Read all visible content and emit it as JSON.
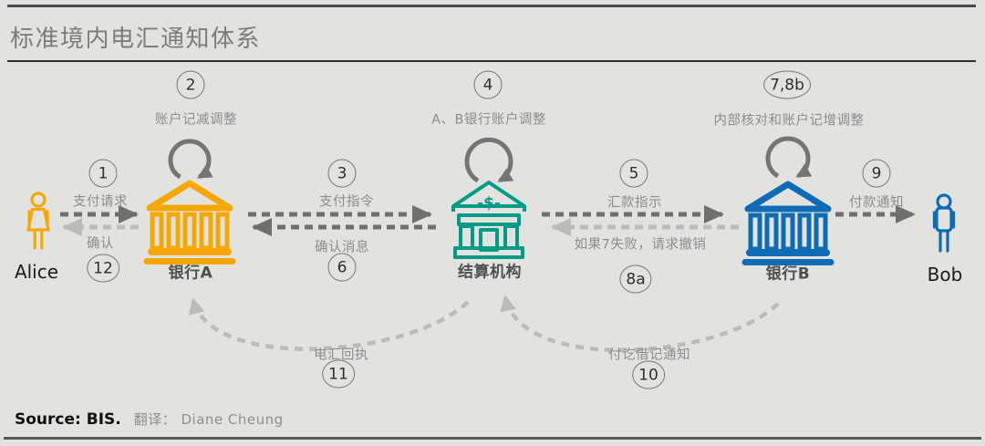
{
  "title": "标准境内电汇通知体系",
  "footer": {
    "source": "Source: BIS.",
    "translator": "翻译： Diane Cheung"
  },
  "entities": {
    "alice": {
      "label": "Alice"
    },
    "bank_a": {
      "label": "银行A"
    },
    "clearing": {
      "label": "结算机构",
      "glyph": "-$-"
    },
    "bank_b": {
      "label": "银行B"
    },
    "bob": {
      "label": "Bob"
    }
  },
  "steps": {
    "s1": {
      "num": "1",
      "label": "支付请求"
    },
    "s2": {
      "num": "2",
      "label": "账户记减调整"
    },
    "s3": {
      "num": "3",
      "label": "支付指令"
    },
    "s4": {
      "num": "4",
      "label": "A、B银行账户调整"
    },
    "s5": {
      "num": "5",
      "label": "汇款指示"
    },
    "s6": {
      "num": "6",
      "label": "确认消息"
    },
    "s7_8b": {
      "num": "7,8b",
      "label": "内部核对和账户记增调整"
    },
    "s8a": {
      "num": "8a",
      "label": "如果7失败，请求撤销"
    },
    "s9": {
      "num": "9",
      "label": "付款通知"
    },
    "s10": {
      "num": "10",
      "label": "付讫借记通知"
    },
    "s11": {
      "num": "11",
      "label": "电汇回执"
    },
    "s12": {
      "num": "12",
      "label": "确认"
    }
  },
  "colors": {
    "background": "#E2E3E1",
    "bank_a_yellow": "#F7A800",
    "clearing_teal": "#009B84",
    "bank_b_blue": "#0F6CB4",
    "arrow_dark": "#6F6F6F",
    "arrow_light": "#BABCBA",
    "loop_gray": "#757575"
  }
}
